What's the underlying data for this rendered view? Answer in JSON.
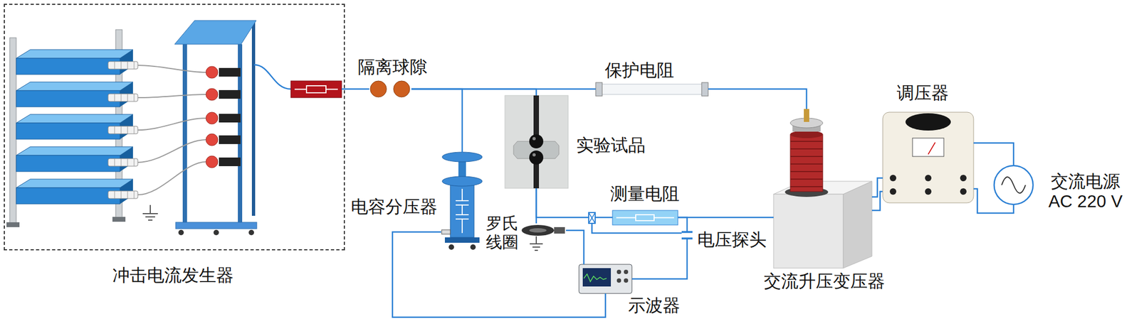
{
  "diagram": {
    "nodes": [
      {
        "text": [
          "冲击电流发生器"
        ]
      },
      {
        "text": [
          "隔离球隙"
        ]
      },
      {
        "text": [
          "保护电阻"
        ]
      },
      {
        "text": [
          "实验试品"
        ]
      },
      {
        "text": [
          "电容分压器"
        ]
      },
      {
        "text": [
          "罗氏 线圈"
        ]
      },
      {
        "text": [
          "测量电阻"
        ]
      },
      {
        "text": [
          "电压探头"
        ]
      },
      {
        "text": [
          "交流升压变压器"
        ]
      },
      {
        "text": [
          "调压器"
        ]
      },
      {
        "text": [
          "交流电源 AC 220 V"
        ]
      },
      {
        "text": [
          "示波器"
        ]
      }
    ],
    "edges": [
      {
        "from": 0,
        "to": 1,
        "arrow": "none"
      },
      {
        "from": 1,
        "to": 2,
        "arrow": "none"
      },
      {
        "from": 1,
        "to": 4,
        "arrow": "none"
      },
      {
        "from": 1,
        "to": 3,
        "arrow": "none"
      },
      {
        "from": 2,
        "to": 8,
        "arrow": "none"
      },
      {
        "from": 3,
        "to": 5,
        "arrow": "none"
      },
      {
        "from": 5,
        "to": 11,
        "arrow": "none"
      },
      {
        "from": 3,
        "to": 6,
        "arrow": "none"
      },
      {
        "from": 6,
        "to": 8,
        "arrow": "none"
      },
      {
        "from": 6,
        "to": 7,
        "arrow": "none"
      },
      {
        "from": 7,
        "to": 11,
        "arrow": "none"
      },
      {
        "from": 4,
        "to": 11,
        "arrow": "none"
      },
      {
        "from": 9,
        "to": 8,
        "arrow": "none"
      },
      {
        "from": 10,
        "to": 9,
        "arrow": "none"
      }
    ]
  }
}
